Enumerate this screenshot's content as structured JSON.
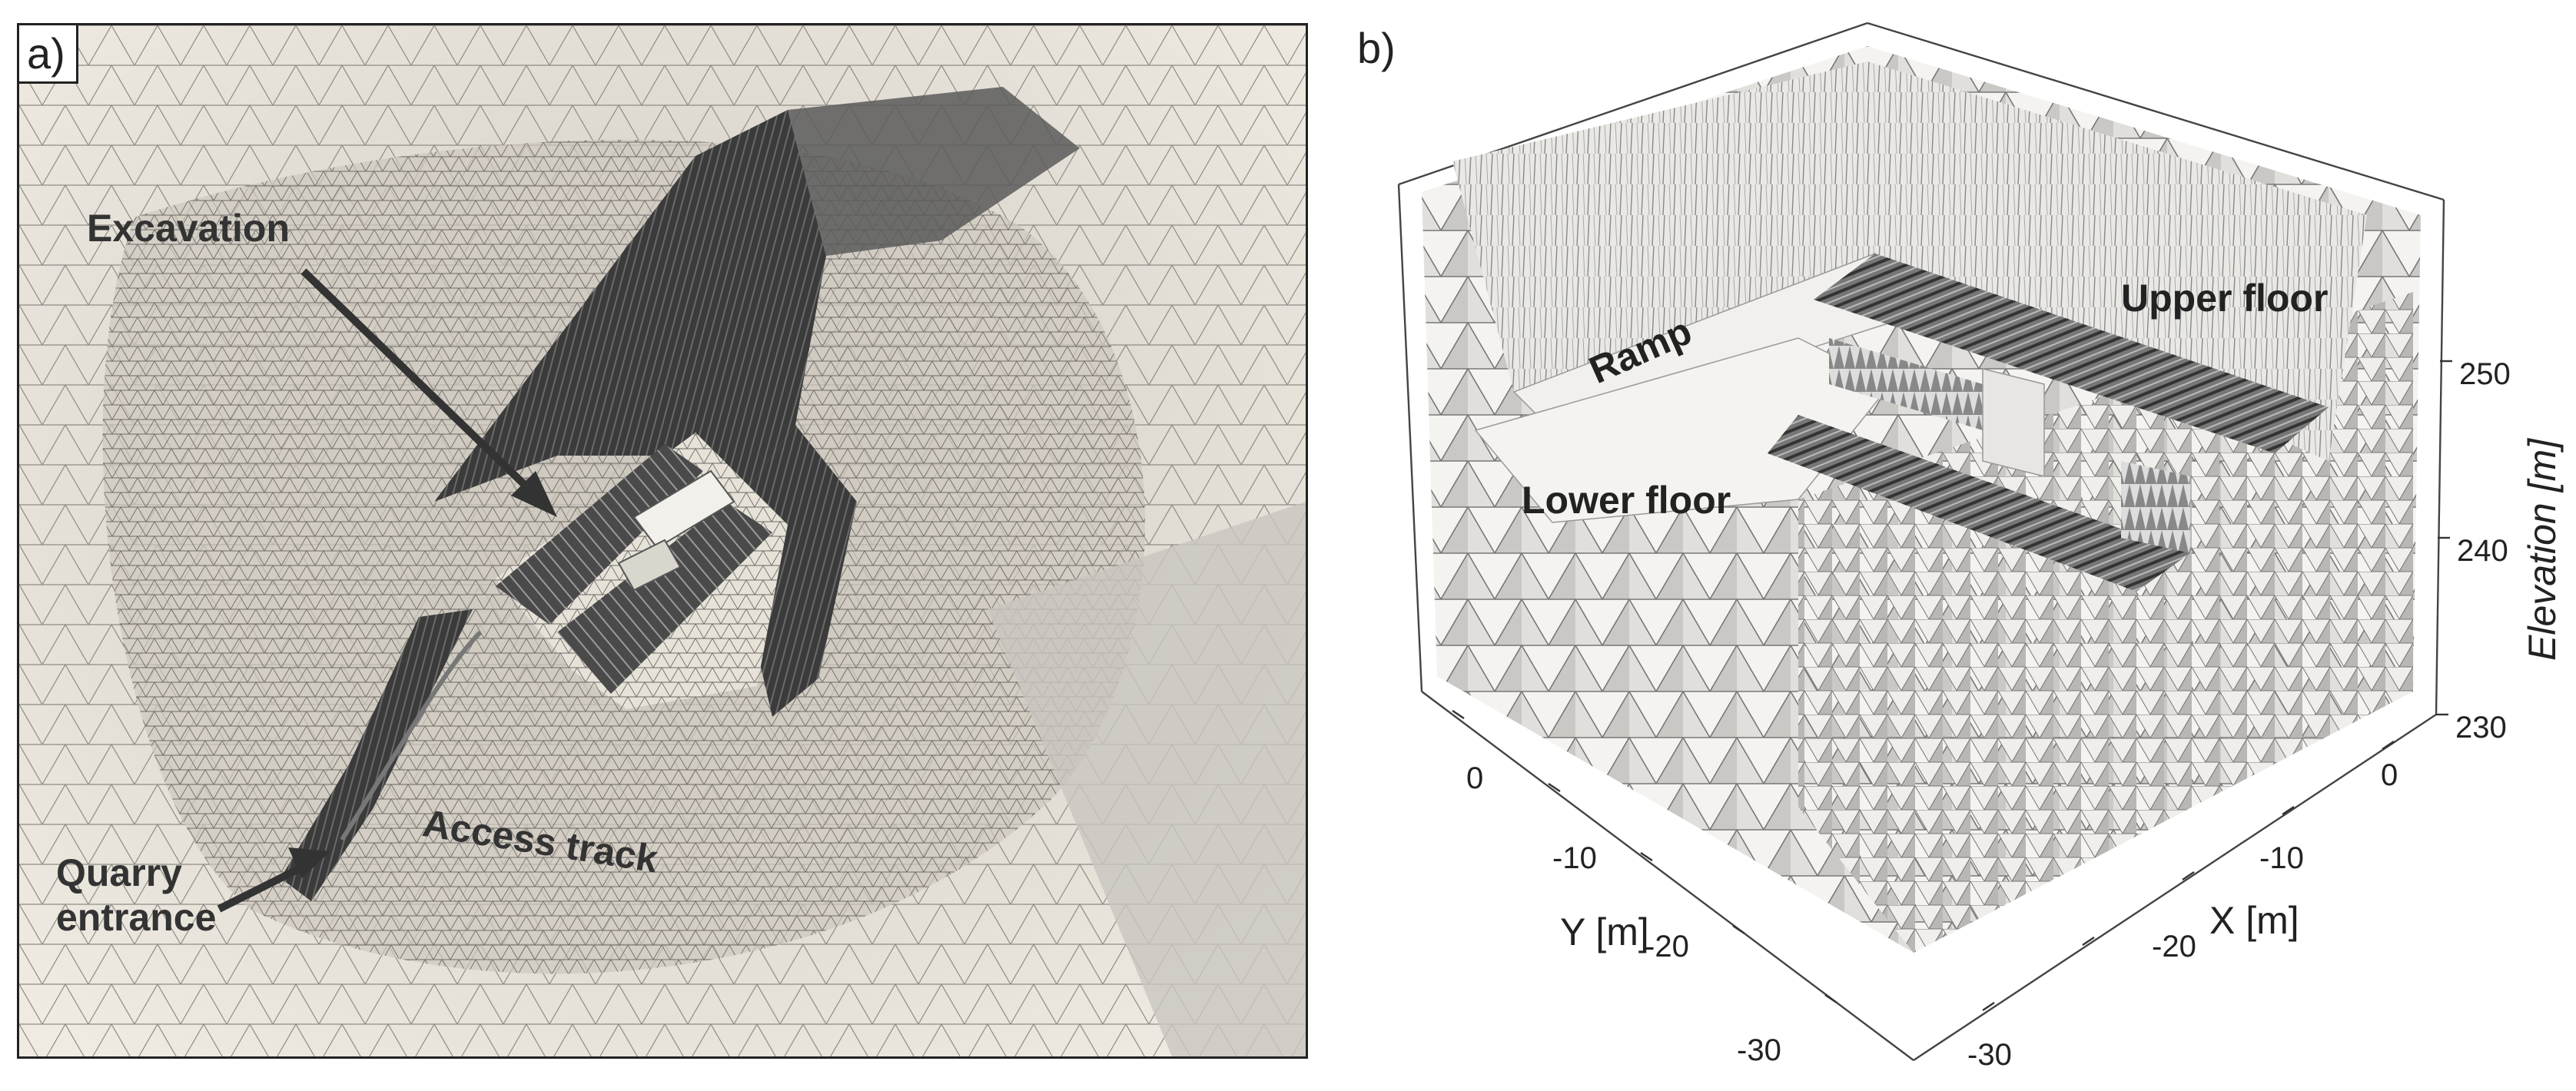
{
  "panel_a": {
    "label": "a)",
    "annotations": {
      "excavation": "Excavation",
      "access_track": "Access track",
      "quarry_entrance_line1": "Quarry",
      "quarry_entrance_line2": "entrance"
    }
  },
  "panel_b": {
    "label": "b)",
    "annotations": {
      "ramp": "Ramp",
      "upper_floor": "Upper floor",
      "lower_floor": "Lower floor"
    },
    "axes": {
      "y_label": "Y [m]",
      "y_ticks": [
        "0",
        "-10",
        "-20",
        "-30"
      ],
      "x_label": "X [m]",
      "x_ticks": [
        "0",
        "-10",
        "-20",
        "-30"
      ],
      "z_label": "Elevation [m]",
      "z_ticks": [
        "230",
        "240",
        "250"
      ]
    }
  },
  "colors": {
    "mesh_light": "#ece8dd",
    "mesh_line": "#9a978f",
    "rock_dark": "#3a3a3a",
    "text": "#333333"
  }
}
